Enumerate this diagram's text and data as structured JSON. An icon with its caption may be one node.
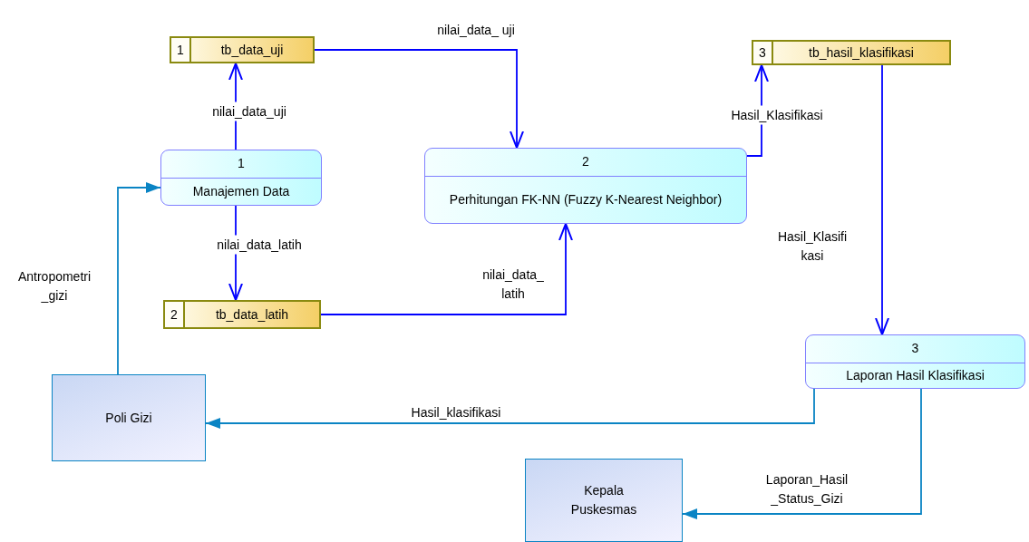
{
  "diagram": {
    "nodes": [
      {
        "text": [
          "1",
          "tb_data_uji"
        ]
      },
      {
        "text": [
          "3",
          "tb_hasil_klasifikasi"
        ]
      },
      {
        "text": [
          "1",
          "Manajemen Data"
        ]
      },
      {
        "text": [
          "2",
          "Perhitungan FK-NN (Fuzzy K-Nearest Neighbor)"
        ]
      },
      {
        "text": [
          "2",
          "tb_data_latih"
        ]
      },
      {
        "text": [
          "3",
          "Laporan Hasil Klasifikasi"
        ]
      },
      {
        "text": [
          "Poli Gizi"
        ]
      },
      {
        "text": [
          "Kepala Puskesmas"
        ]
      }
    ],
    "edges": [
      {
        "from": 2,
        "to": 0,
        "arrow": "to",
        "label": "nilai_data_uji"
      },
      {
        "from": 0,
        "to": 3,
        "arrow": "to",
        "label": "nilai_data_ uji"
      },
      {
        "from": 2,
        "to": 4,
        "arrow": "to",
        "label": "nilai_data_latih"
      },
      {
        "from": 4,
        "to": 3,
        "arrow": "to",
        "label": "nilai_data_ latih"
      },
      {
        "from": 3,
        "to": 1,
        "arrow": "to",
        "label": "Hasil_Klasifikasi"
      },
      {
        "from": 1,
        "to": 5,
        "arrow": "to",
        "label": "Hasil_Klasifi kasi"
      },
      {
        "from": 6,
        "to": 2,
        "arrow": "to",
        "label": "Antropometri _gizi",
        "color": "#0a84c4"
      },
      {
        "from": 5,
        "to": 6,
        "arrow": "to",
        "label": "Hasil_klasifikasi",
        "color": "#0a84c4"
      },
      {
        "from": 5,
        "to": 7,
        "arrow": "to",
        "label": "Laporan_Hasil _Status_Gizi",
        "color": "#0a84c4"
      }
    ]
  }
}
